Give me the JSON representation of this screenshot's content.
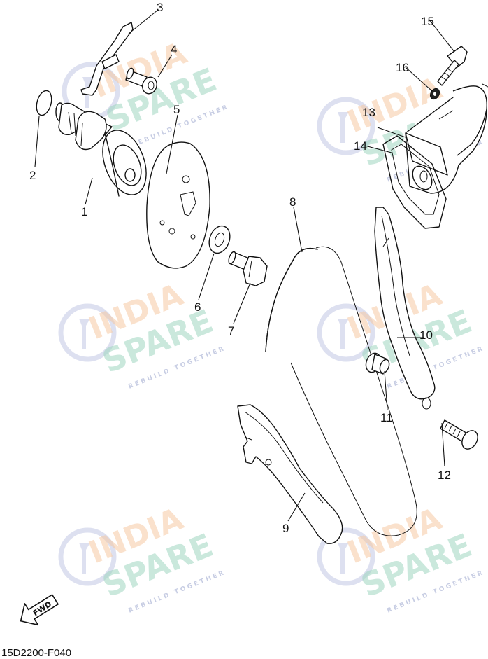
{
  "diagram": {
    "callouts": [
      "1",
      "2",
      "3",
      "4",
      "5",
      "6",
      "7",
      "8",
      "9",
      "10",
      "11",
      "12",
      "13",
      "14",
      "15",
      "16"
    ],
    "drawing_code": "15D2200-F040",
    "fwd_label": "FWD"
  },
  "watermark": {
    "line1": "INDIA",
    "line2": "SPARE",
    "tagline": "REBUILD TOGETHER",
    "colors": {
      "india": "#f6c9a4",
      "spare": "#9fd6c0",
      "icon": "#b0b8d8"
    }
  }
}
